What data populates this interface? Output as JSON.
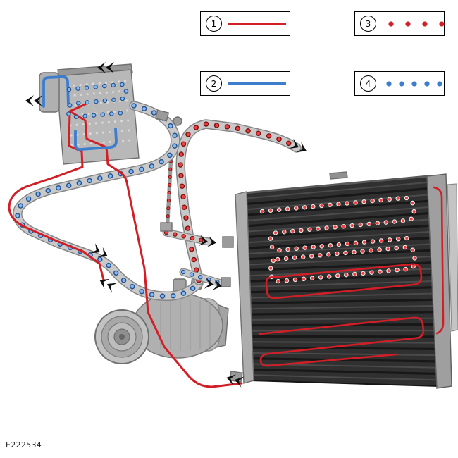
{
  "figure": {
    "code": "E222534"
  },
  "palette": {
    "red": "#d21e26",
    "blue": "#3d7dce",
    "red_dot": "#ee4040",
    "red_dot_ring": "#7c1212",
    "blue_dot": "#85b8f0",
    "blue_dot_ring": "#24518f",
    "tube": "#c9c9c9",
    "tube_edge": "#868686",
    "housing": "#b8b8b8",
    "condenser": "#303030",
    "ink": "#0d0d0d",
    "paper": "#ffffff"
  },
  "legend": [
    {
      "number": "1",
      "line_style": "solid",
      "color": "red"
    },
    {
      "number": "2",
      "line_style": "solid",
      "color": "blue"
    },
    {
      "number": "3",
      "line_style": "dots",
      "color": "red"
    },
    {
      "number": "4",
      "line_style": "dots",
      "color": "blue"
    }
  ]
}
